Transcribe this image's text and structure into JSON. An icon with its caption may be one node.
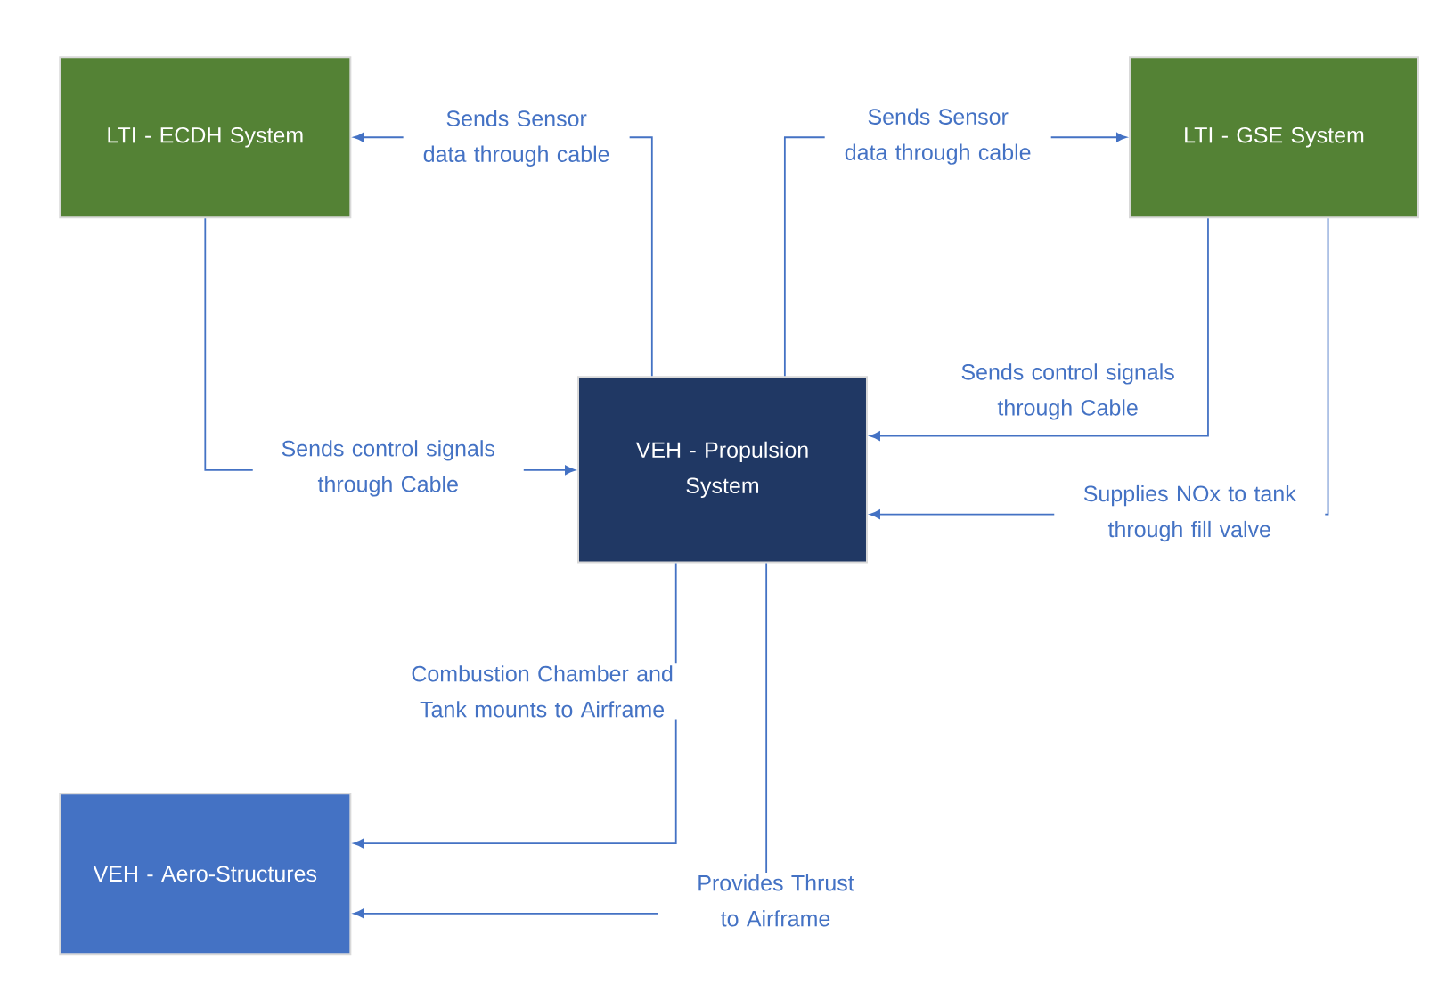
{
  "diagram": {
    "nodes": [
      {
        "text": [
          "LTI - ECDH System"
        ]
      },
      {
        "text": [
          "LTI - GSE System"
        ]
      },
      {
        "text": [
          "VEH - Propulsion System"
        ]
      },
      {
        "text": [
          "VEH - Aero-Structures"
        ]
      }
    ],
    "edges": [
      {
        "from": 2,
        "to": 0,
        "arrow": "to",
        "label": "Sends Sensor data through cable"
      },
      {
        "from": 2,
        "to": 1,
        "arrow": "to",
        "label": "Sends Sensor data through cable"
      },
      {
        "from": 0,
        "to": 2,
        "arrow": "to",
        "label": "Sends control signals through Cable"
      },
      {
        "from": 1,
        "to": 2,
        "arrow": "to",
        "label": "Sends control signals through Cable"
      },
      {
        "from": 1,
        "to": 2,
        "arrow": "to",
        "label": "Supplies NOx to tank through fill valve"
      },
      {
        "from": 2,
        "to": 3,
        "arrow": "to",
        "label": "Combustion Chamber and Tank mounts to Airframe"
      },
      {
        "from": 2,
        "to": 3,
        "arrow": "to",
        "label": "Provides Thrust to Airframe"
      }
    ]
  }
}
